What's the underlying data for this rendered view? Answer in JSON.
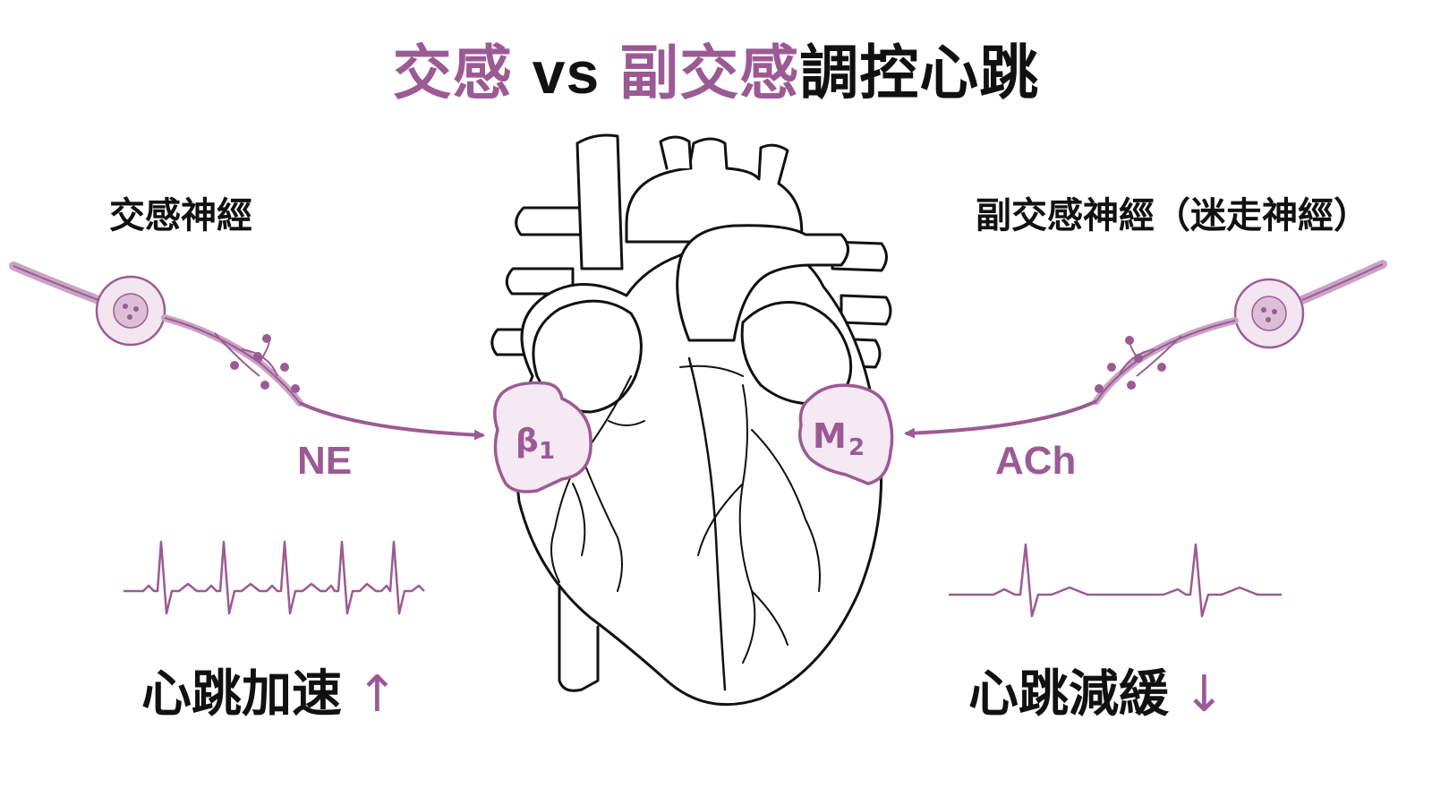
{
  "title": {
    "part1": "交感",
    "vs": "vs",
    "part2": "副交感",
    "part3": "調控心跳"
  },
  "left": {
    "nerve_label": "交感神經",
    "neurotransmitter": "NE",
    "receptor_symbol": "β",
    "receptor_sub": "1",
    "effect": "心跳加速",
    "effect_arrow": "↑"
  },
  "right": {
    "nerve_label": "副交感神經（迷走神經）",
    "neurotransmitter": "ACh",
    "receptor_symbol": "M",
    "receptor_sub": "2",
    "effect": "心跳減緩",
    "effect_arrow": "↓"
  },
  "colors": {
    "accent": "#9c5a94",
    "accent_light": "#e8d3e6",
    "outline": "#111111"
  },
  "icons": [
    "heart-illustration",
    "neuron-icon",
    "ecg-trace-icon",
    "arrow-icon"
  ]
}
